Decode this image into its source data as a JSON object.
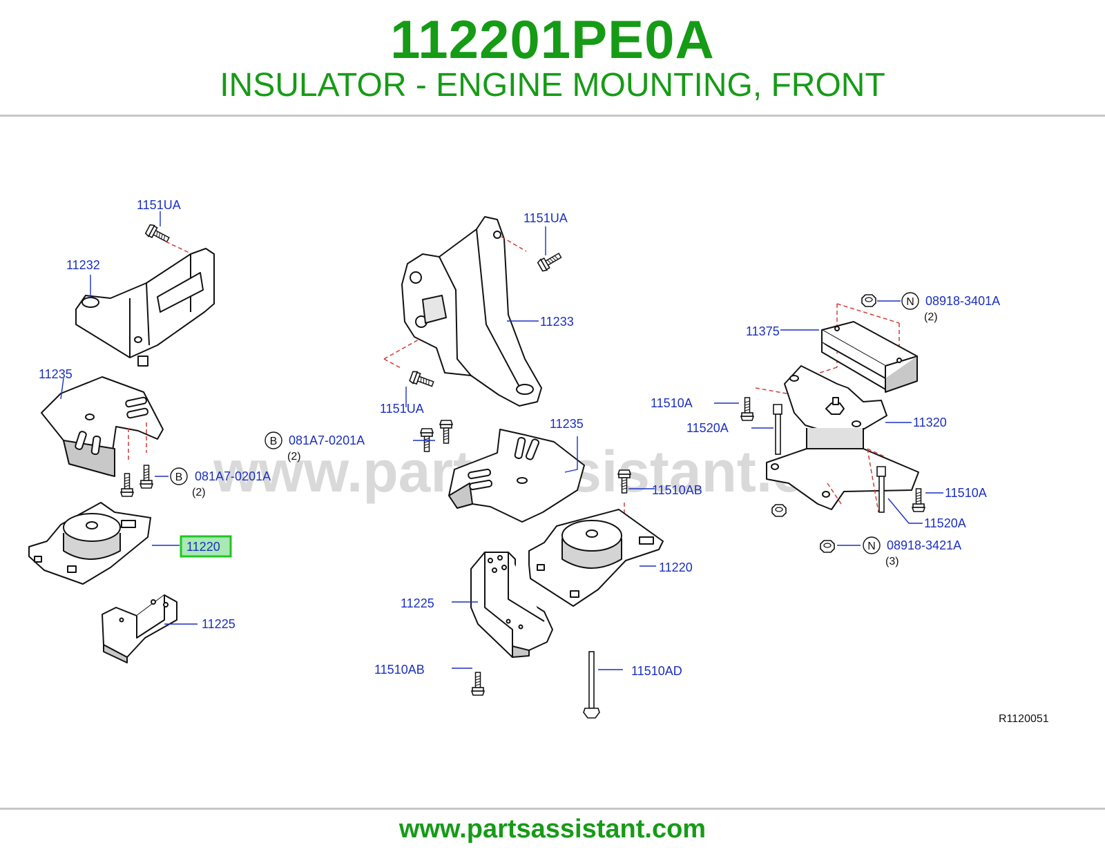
{
  "header": {
    "part_number": "112201PE0A",
    "description": "INSULATOR - ENGINE MOUNTING, FRONT"
  },
  "watermark": "www.partsassistant.com",
  "footer": {
    "url": "www.partsassistant.com"
  },
  "diagram": {
    "reference_code": "R1120051",
    "callouts": {
      "c_1151ua_a": "1151UA",
      "c_11232": "11232",
      "c_11235_a": "11235",
      "c_081a7_a": "081A7-0201A",
      "c_081a7_a_qty": "(2)",
      "c_11220_a": "11220",
      "c_11225_a": "11225",
      "c_1151ua_b": "1151UA",
      "c_11233": "11233",
      "c_1151ua_c": "1151UA",
      "c_081a7_b": "081A7-0201A",
      "c_081a7_b_qty": "(2)",
      "c_11235_b": "11235",
      "c_11510ab_a": "11510AB",
      "c_11220_b": "11220",
      "c_11225_b": "11225",
      "c_11510ab_b": "11510AB",
      "c_11510ad": "11510AD",
      "c_08918_3401a": "08918-3401A",
      "c_08918_3401a_qty": "(2)",
      "c_11375": "11375",
      "c_11510a_a": "11510A",
      "c_11520a_a": "11520A",
      "c_11320": "11320",
      "c_11510a_b": "11510A",
      "c_11520a_b": "11520A",
      "c_08918_3421a": "08918-3421A",
      "c_08918_3421a_qty": "(3)"
    },
    "symbols": {
      "b": "B",
      "n": "N"
    },
    "highlighted_part": "11220",
    "colors": {
      "title": "#169b16",
      "callout": "#1a2fc2",
      "highlight": "#22c522",
      "leader_dash": "#d23a3a"
    }
  }
}
